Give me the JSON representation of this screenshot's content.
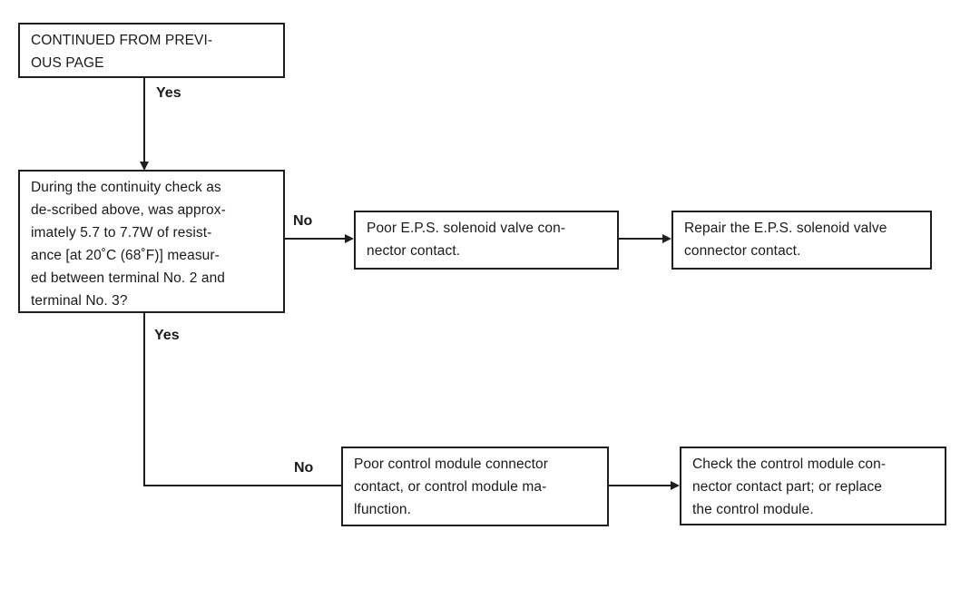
{
  "theme": {
    "background": "#ffffff",
    "line_color": "#1f1f1f",
    "text_color": "#1a1a1a"
  },
  "nodes": {
    "continued": {
      "text": "CONTINUED FROM PREVI-\nOUS PAGE"
    },
    "question": {
      "text": "During the continuity check as\nde-scribed above, was approx-\nimately 5.7 to 7.7W of resist-\nance [at 20˚C (68˚F)] measur-\ned between terminal No. 2 and\nterminal No. 3?"
    },
    "poor_solenoid": {
      "text": "Poor E.P.S. solenoid valve con-\nnector contact."
    },
    "repair_solenoid": {
      "text": "Repair the E.P.S. solenoid valve\nconnector contact."
    },
    "poor_module": {
      "text": "Poor control module connector\ncontact, or control module ma-\nlfunction."
    },
    "check_module": {
      "text": "Check the control module con-\nnector contact part; or replace\nthe control module."
    }
  },
  "edges": {
    "yes1": {
      "label": "Yes"
    },
    "no1": {
      "label": "No"
    },
    "yes2": {
      "label": "Yes"
    },
    "no2": {
      "label": "No"
    }
  }
}
